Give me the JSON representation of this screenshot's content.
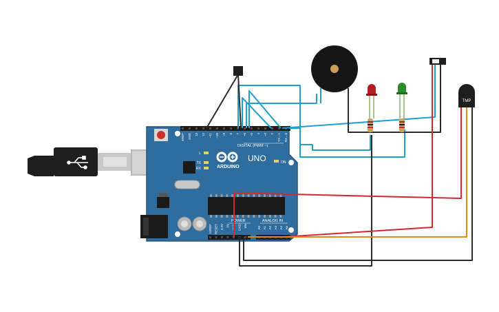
{
  "colors": {
    "background": "#ffffff",
    "board": "#2f6d9e",
    "board_edge": "#25557b",
    "wire_blue": "#1f9fd0",
    "wire_red": "#d2282e",
    "wire_orange": "#e08a1a",
    "wire_black": "#2b2b2b",
    "led_red": "#b21e22",
    "led_green": "#2a8f2a"
  },
  "board": {
    "brand": "ARDUINO",
    "model": "UNO",
    "digital_label": "DIGITAL (PWM ~)",
    "analog_label": "ANALOG IN",
    "power_label": "POWER",
    "on_label": "ON",
    "l_label": "L",
    "tx_label": "TX",
    "rx_label": "RX",
    "top_pins": [
      "AREF",
      "GND",
      "13",
      "12",
      "~11",
      "~10",
      "~9",
      "8",
      "7",
      "~6",
      "~5",
      "4",
      "~3",
      "2",
      "TX→1",
      "RX←0"
    ],
    "power_pins": [
      "IOREF",
      "RESET",
      "3.3V",
      "5V",
      "GND",
      "GND",
      "Vin"
    ],
    "analog_pins": [
      "A0",
      "A1",
      "A2",
      "A3",
      "A4",
      "A5"
    ]
  },
  "sensor": {
    "label": "TMP"
  }
}
